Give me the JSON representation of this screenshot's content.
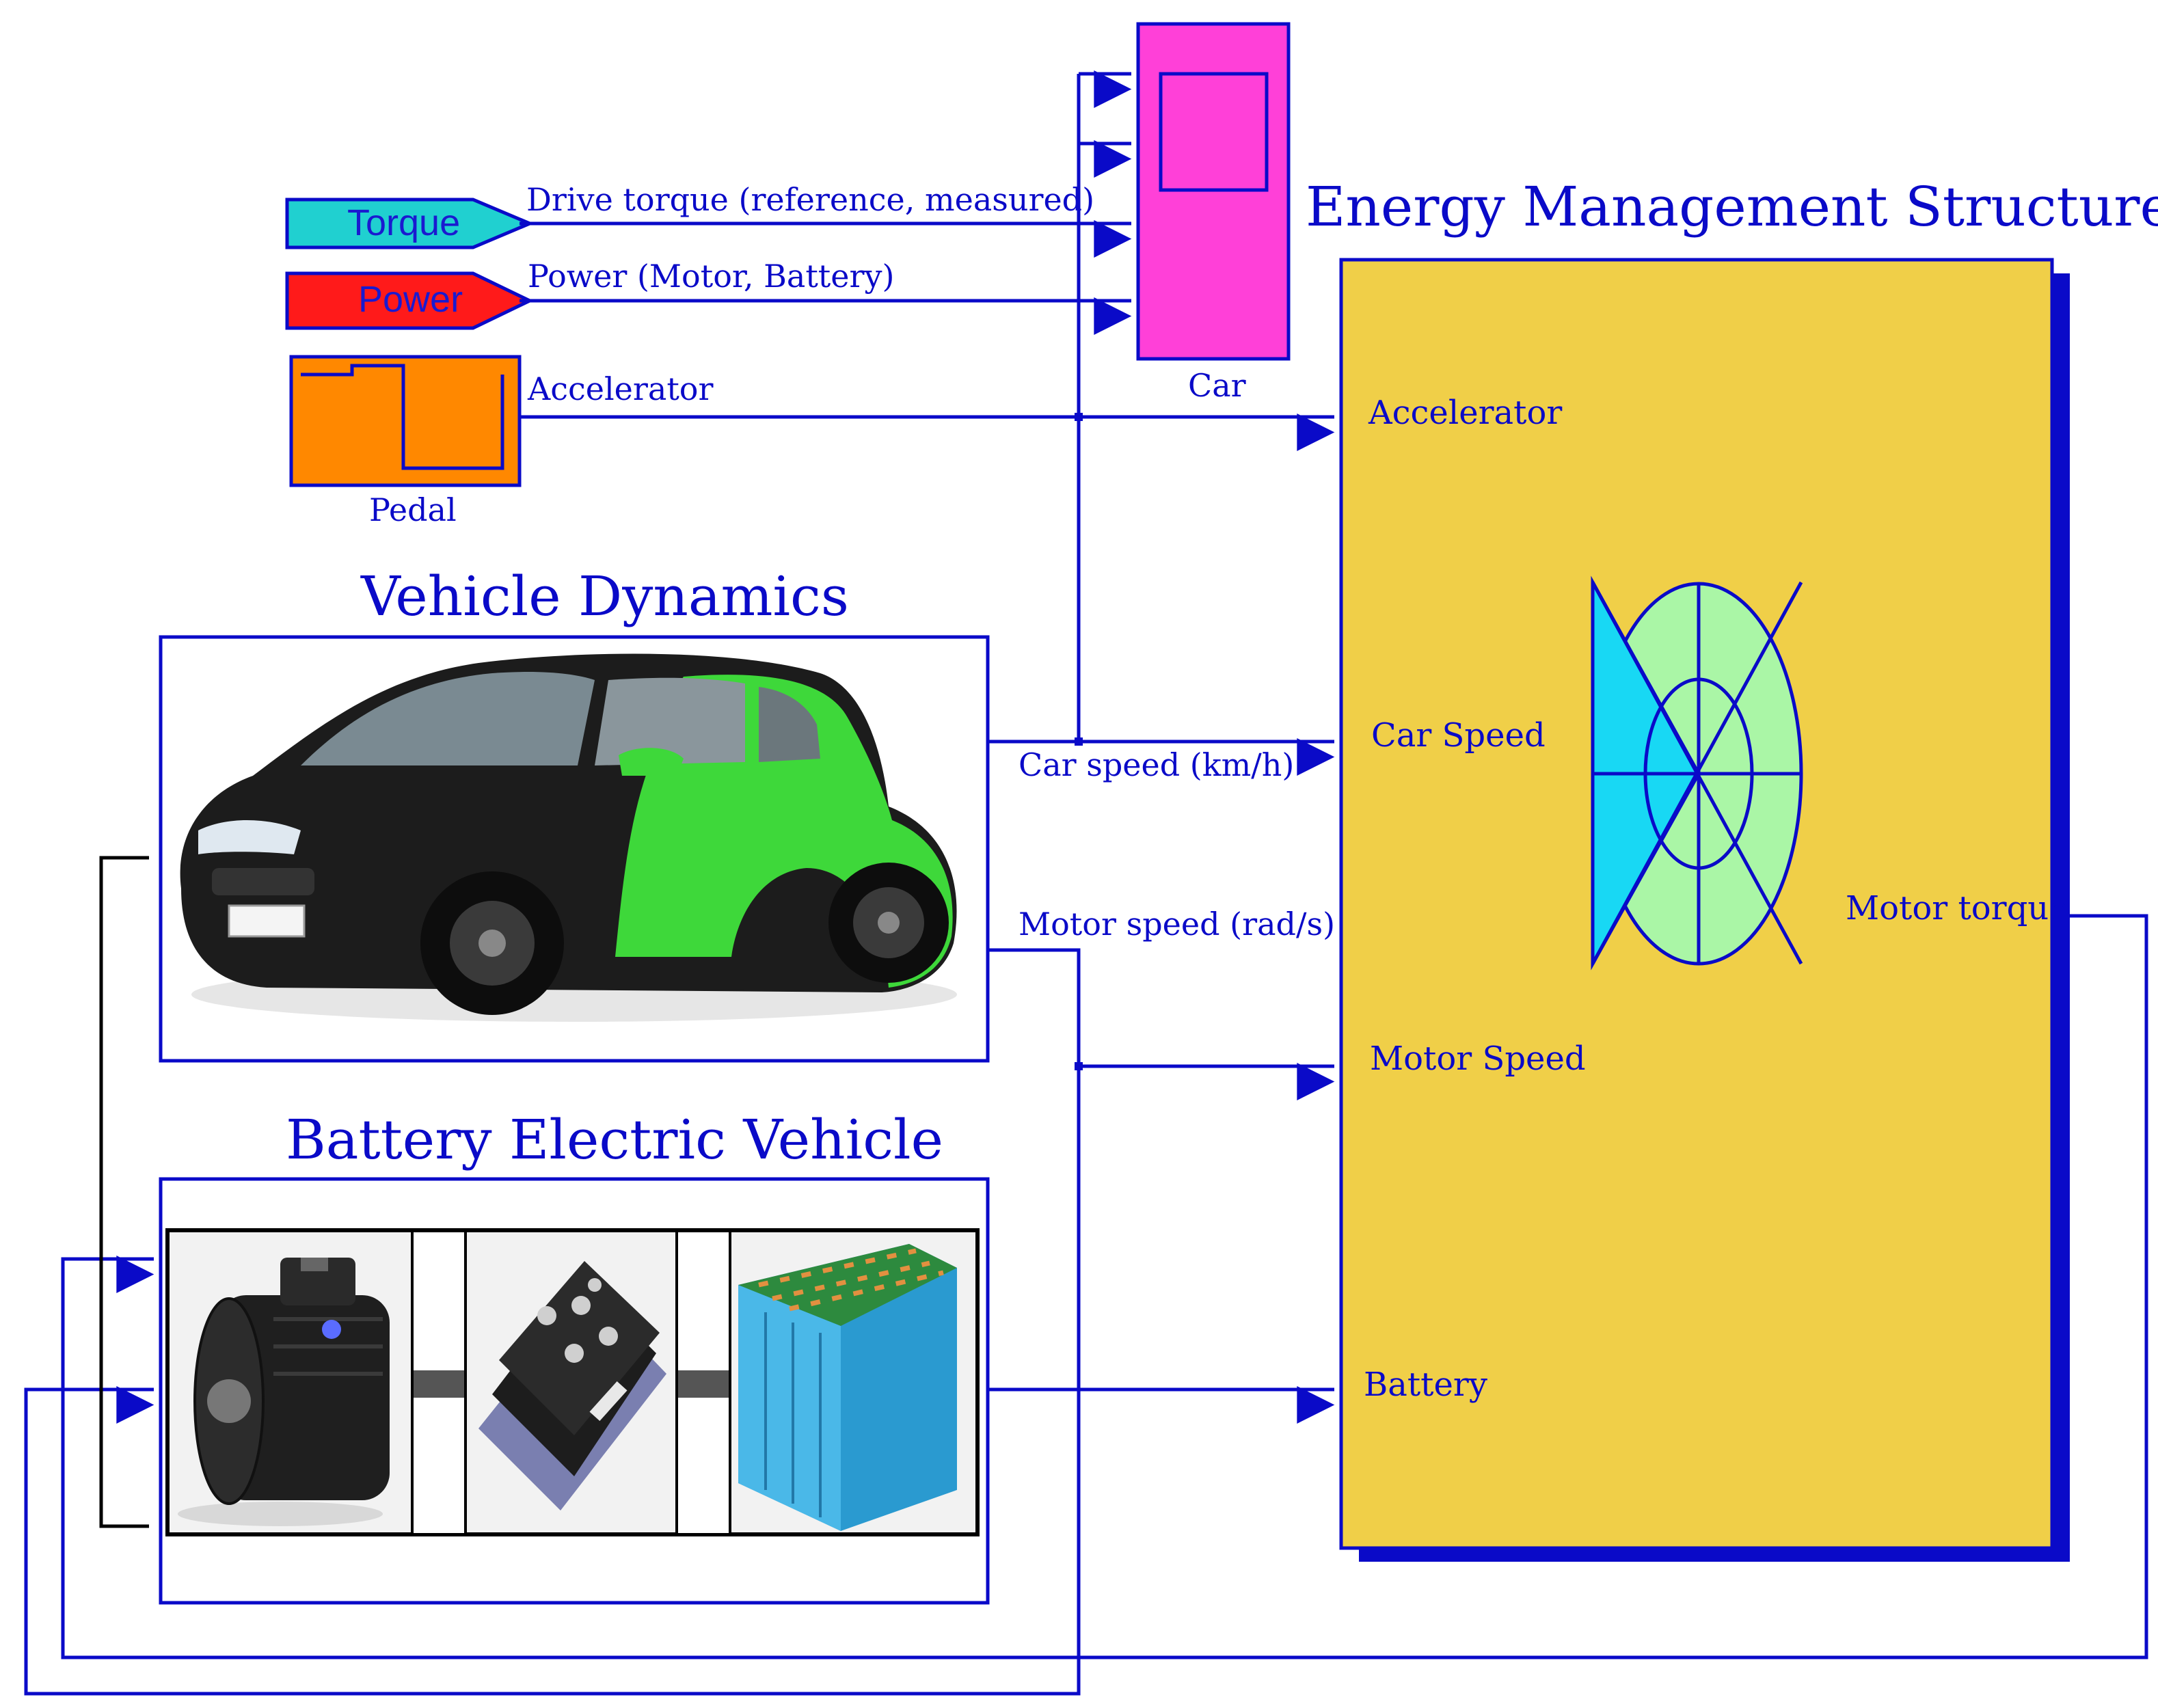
{
  "titles": {
    "ems": "Energy Management Structure",
    "vehicle_dynamics": "Vehicle Dynamics",
    "bev": "Battery Electric Vehicle"
  },
  "blocks": {
    "car": "Car",
    "pedal": "Pedal",
    "torque_tag": "Torque",
    "power_tag": "Power"
  },
  "signals": {
    "drive_torque": "Drive torque (reference, measured)",
    "power": "Power (Motor, Battery)",
    "accelerator": "Accelerator",
    "car_speed": "Car speed (km/h)",
    "motor_speed": "Motor speed (rad/s)"
  },
  "ems_ports": {
    "accelerator": "Accelerator",
    "car_speed": "Car Speed",
    "motor_speed": "Motor Speed",
    "battery": "Battery",
    "motor_torque": "Motor torque"
  },
  "colors": {
    "line": "#0a0ac8",
    "ems_fill": "#f0cf48",
    "car_block": "#ff40d8",
    "torque_tag": "#20d0d0",
    "power_tag": "#ff1a1a",
    "pedal": "#ff8800"
  }
}
